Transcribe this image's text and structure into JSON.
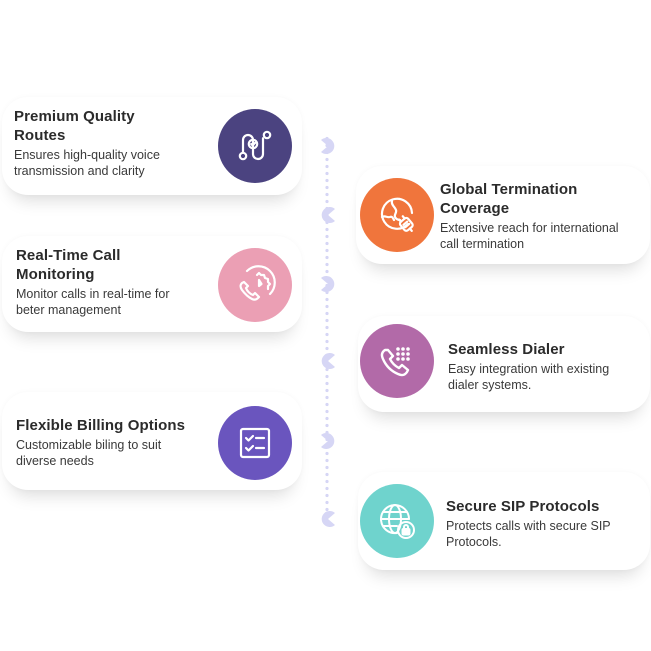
{
  "features": [
    {
      "id": "premium-quality-routes",
      "title_line1": "Premium Quality",
      "title_line2": "Routes",
      "desc_line1": "Ensures high-quality voice",
      "desc_line2": "transmission and clarity",
      "icon": "route-check-icon",
      "color": "#4b4380",
      "side": "left"
    },
    {
      "id": "global-termination-coverage",
      "title_line1": "Global Termination",
      "title_line2": "Coverage",
      "desc_line1": "Extensive reach for international",
      "desc_line2": "call termination",
      "icon": "globe-plug-icon",
      "color": "#f0753c",
      "side": "right"
    },
    {
      "id": "real-time-call-monitoring",
      "title_line1": "Real-Time Call",
      "title_line2": "Monitoring",
      "desc_line1": "Monitor calls in real-time for",
      "desc_line2": "beter management",
      "icon": "phone-gear-icon",
      "color": "#eb9fb4",
      "side": "left"
    },
    {
      "id": "seamless-dialer",
      "title_line1": "Seamless Dialer",
      "title_line2": "",
      "desc_line1": "Easy integration with existing",
      "desc_line2": "dialer systems.",
      "icon": "phone-keypad-icon",
      "color": "#b26aa8",
      "side": "right"
    },
    {
      "id": "flexible-billing-options",
      "title_line1": "Flexible Billing Options",
      "title_line2": "",
      "desc_line1": "Customizable biling to suit",
      "desc_line2": "diverse needs",
      "icon": "checklist-icon",
      "color": "#6a55be",
      "side": "left"
    },
    {
      "id": "secure-sip-protocols",
      "title_line1": "Secure SIP Protocols",
      "title_line2": "",
      "desc_line1": "Protects calls with secure SIP",
      "desc_line2": "Protocols.",
      "icon": "globe-lock-icon",
      "color": "#6fd3cd",
      "side": "right"
    }
  ],
  "timeline": {
    "color": "#d6d6f5",
    "connectors": [
      "right-facing",
      "left-facing",
      "right-facing",
      "left-facing",
      "right-facing",
      "left-facing"
    ]
  }
}
